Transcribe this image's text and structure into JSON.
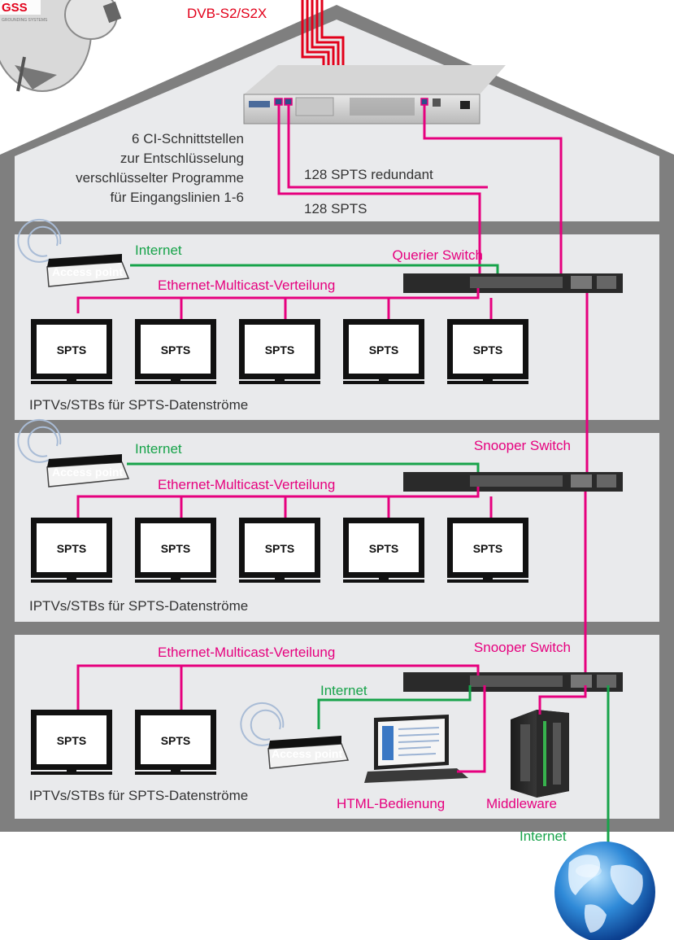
{
  "colors": {
    "magenta": "#e6007e",
    "green": "#17a34a",
    "red": "#e2001a",
    "wall": "#7f7f7f",
    "floor_fill": "#e9eaec"
  },
  "header": {
    "input_label": "DVB-S2/S2X",
    "brand": "GSS",
    "brand_sub": "GROUNDING SYSTEMS"
  },
  "attic": {
    "ci_lines": [
      "6 CI-Schnittstellen",
      "zur Entschlüsselung",
      "verschlüsselter Programme",
      "für Eingangslinien 1-6"
    ],
    "redundant_label": "128 SPTS redundant",
    "spts_label": "128 SPTS"
  },
  "floors": [
    {
      "switch_label": "Querier Switch",
      "internet_label": "Internet",
      "access_point_label": "Access point",
      "distribution_label": "Ethernet-Multicast-Verteilung",
      "tvs": [
        "SPTS",
        "SPTS",
        "SPTS",
        "SPTS",
        "SPTS"
      ],
      "caption": "IPTVs/STBs für SPTS-Datenströme"
    },
    {
      "switch_label": "Snooper Switch",
      "internet_label": "Internet",
      "access_point_label": "Access point",
      "distribution_label": "Ethernet-Multicast-Verteilung",
      "tvs": [
        "SPTS",
        "SPTS",
        "SPTS",
        "SPTS",
        "SPTS"
      ],
      "caption": "IPTVs/STBs für SPTS-Datenströme"
    },
    {
      "switch_label": "Snooper Switch",
      "internet_label": "Internet",
      "access_point_label": "Access point",
      "distribution_label": "Ethernet-Multicast-Verteilung",
      "tvs": [
        "SPTS",
        "SPTS"
      ],
      "caption": "IPTVs/STBs für SPTS-Datenströme",
      "html_label": "HTML-Bedienung",
      "middleware_label": "Middleware"
    }
  ],
  "globe_label": "Internet"
}
